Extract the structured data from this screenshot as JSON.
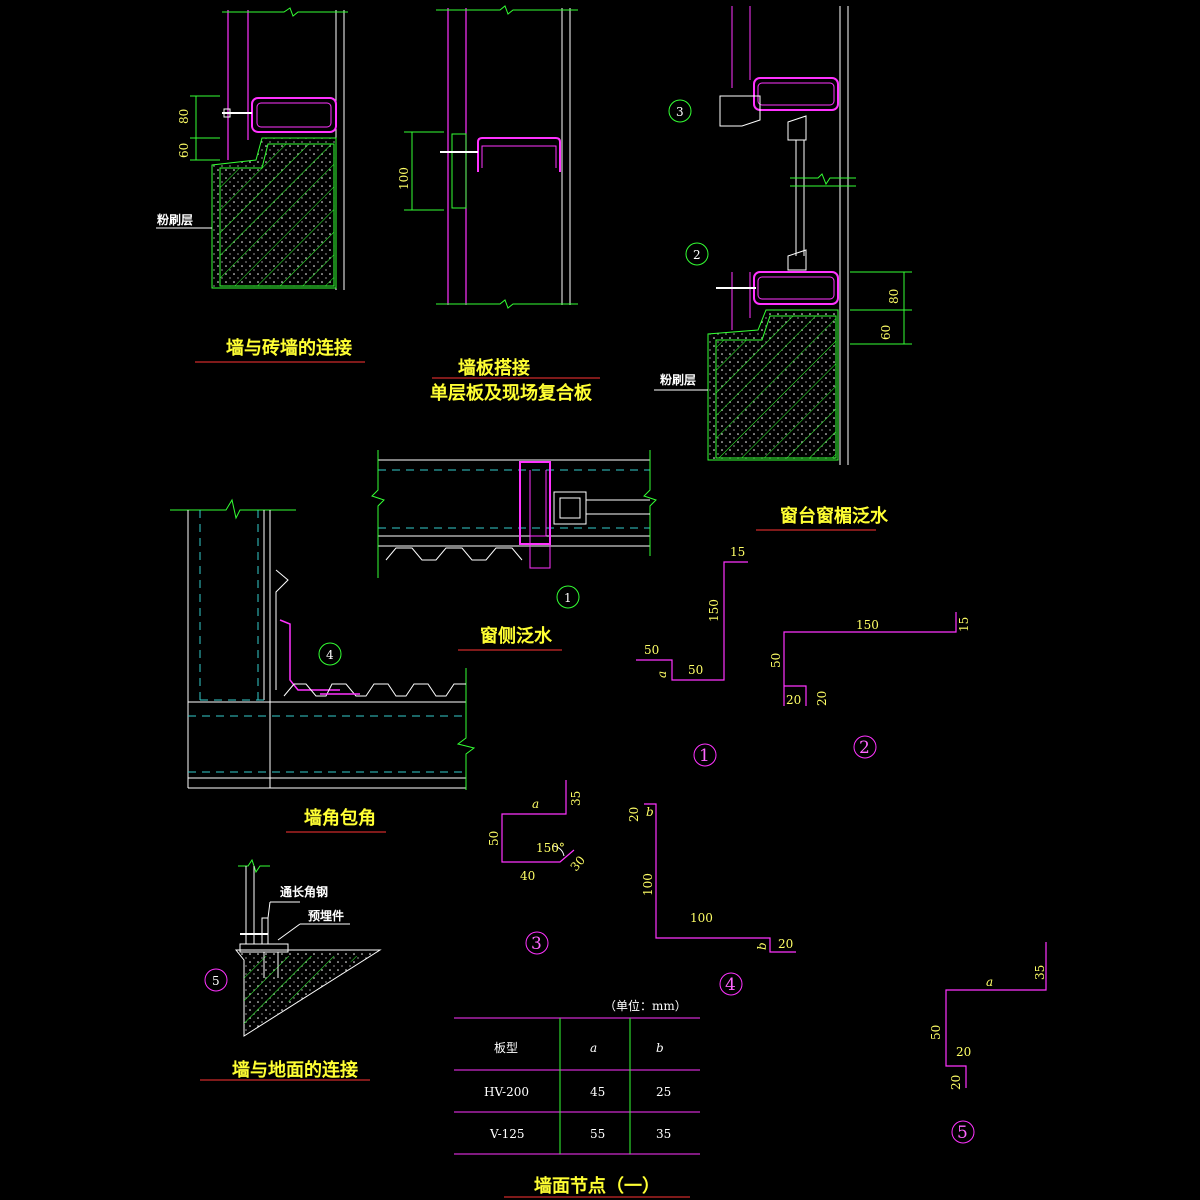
{
  "titles": {
    "brick_wall": "墙与砖墙的连接",
    "panel_lap_1": "墙板搭接",
    "panel_lap_2": "单层板及现场复合板",
    "sill_flashing": "窗台窗楣泛水",
    "side_flashing": "窗侧泛水",
    "corner": "墙角包角",
    "ground": "墙与地面的连接",
    "sheet": "墙面节点（一）"
  },
  "labels": {
    "plaster_1": "粉刷层",
    "plaster_2": "粉刷层",
    "angle_steel": "通长角钢",
    "embedded": "预埋件"
  },
  "dims": {
    "d80a": "80",
    "d60a": "60",
    "d100": "100",
    "d80b": "80",
    "d60b": "60",
    "p1_15": "15",
    "p1_150": "150",
    "p1_50a": "50",
    "p1_50b": "50",
    "p1_a": "a",
    "p2_150": "150",
    "p2_15": "15",
    "p2_50": "50",
    "p2_20a": "20",
    "p2_20b": "20",
    "p3_a": "a",
    "p3_35": "35",
    "p3_50": "50",
    "p3_150": "150°",
    "p3_30": "30",
    "p3_40": "40",
    "p4_20": "20",
    "p4_b": "b",
    "p4_100a": "100",
    "p4_100b": "100",
    "p4_b2": "b",
    "p4_20b": "20",
    "p5_a": "a",
    "p5_35": "35",
    "p5_50": "50",
    "p5_20a": "20",
    "p5_20b": "20"
  },
  "callouts": {
    "c3": "3",
    "c2": "2",
    "c1": "1",
    "c4": "4",
    "c5": "5"
  },
  "profile_callouts": {
    "p1": "1",
    "p2": "2",
    "p3": "3",
    "p4": "4",
    "p5": "5"
  },
  "table": {
    "unit": "（单位：mm）",
    "headers": [
      "板型",
      "a",
      "b"
    ],
    "rows": [
      [
        "HV-200",
        "45",
        "25"
      ],
      [
        "V-125",
        "55",
        "35"
      ]
    ]
  },
  "colors": {
    "magenta": "#ff33ff",
    "green": "#33ff33",
    "cyan": "#33cccc",
    "yellow": "#ffff33",
    "red": "#ff3333",
    "white": "#ffffff"
  }
}
